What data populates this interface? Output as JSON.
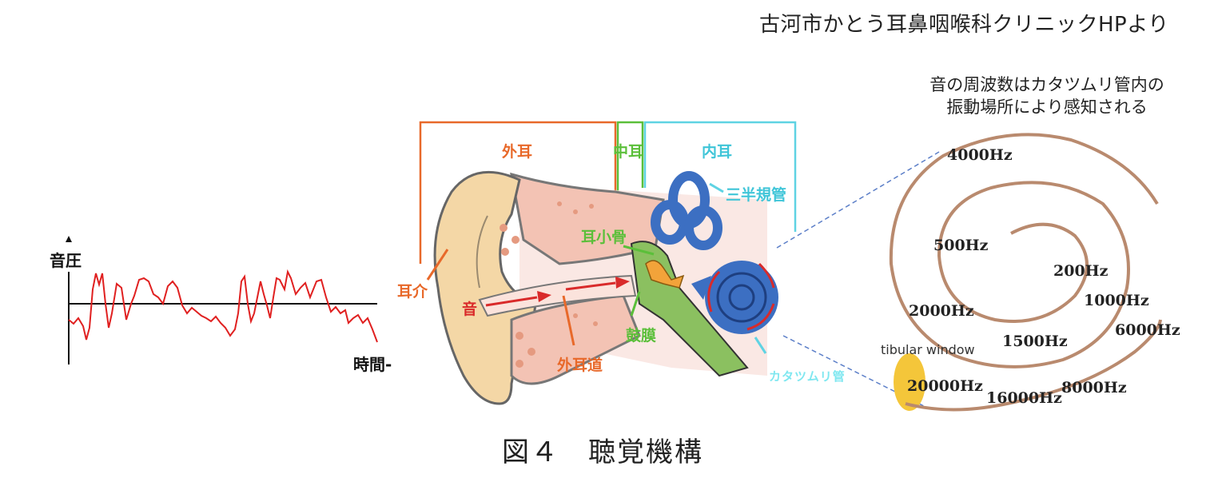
{
  "credit": "古河市かとう耳鼻咽喉科クリニックHPより",
  "caption": "図４　聴覚機構",
  "waveform": {
    "y_label": "音圧",
    "x_label": "時間-",
    "color": "#e02020"
  },
  "ear": {
    "outer_ear": "外耳",
    "middle_ear": "中耳",
    "inner_ear": "内耳",
    "semicircular_canals": "三半規管",
    "ossicles": "耳小骨",
    "pinna": "耳介",
    "sound": "音",
    "eardrum": "鼓膜",
    "ear_canal": "外耳道",
    "cochlea": "カタツムリ管",
    "colors": {
      "outer": "#e8692a",
      "middle": "#5bbf3a",
      "inner": "#5fd3e3",
      "skin": "#f4d7a6",
      "bone": "#f0b8a0",
      "labyrinth": "#3c6fc2"
    }
  },
  "spiral": {
    "note_line1": "音の周波数はカタツムリ管内の",
    "note_line2": "振動場所により感知される",
    "labels": [
      "4000Hz",
      "500Hz",
      "200Hz",
      "1000Hz",
      "2000Hz",
      "1500Hz",
      "6000Hz",
      "20000Hz",
      "16000Hz",
      "8000Hz"
    ],
    "tibular_window": "tibular window",
    "color": "#b98a6e",
    "window_color": "#f4c63a"
  }
}
